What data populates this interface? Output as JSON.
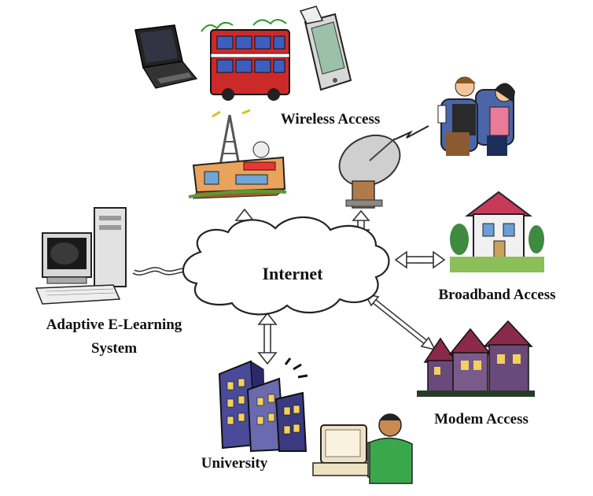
{
  "diagram": {
    "center": {
      "label": "Internet"
    },
    "nodes": [
      {
        "id": "wireless",
        "label": "Wireless Access"
      },
      {
        "id": "broadband",
        "label": "Broadband Access"
      },
      {
        "id": "modem",
        "label": "Modem Access"
      },
      {
        "id": "university",
        "label": "University"
      },
      {
        "id": "elearning",
        "label_line1": "Adaptive E-Learning",
        "label_line2": "System"
      }
    ],
    "connections": [
      {
        "from": "internet",
        "to": "wireless-building",
        "style": "double-arrow"
      },
      {
        "from": "internet",
        "to": "satellite-dish",
        "style": "double-arrow"
      },
      {
        "from": "internet",
        "to": "broadband",
        "style": "double-arrow"
      },
      {
        "from": "internet",
        "to": "modem",
        "style": "double-arrow"
      },
      {
        "from": "internet",
        "to": "university",
        "style": "double-arrow"
      },
      {
        "from": "internet",
        "to": "elearning",
        "style": "cable"
      }
    ],
    "colors": {
      "line": "#333333",
      "arrow_fill": "#ffffff",
      "text": "#111111"
    }
  }
}
